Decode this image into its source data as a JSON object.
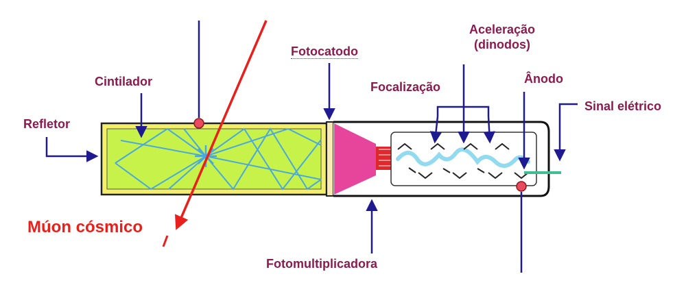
{
  "labels": {
    "refletor": "Refletor",
    "cintilador": "Cintilador",
    "fotocatodo": "Fotocatodo",
    "focalizacao": "Focalização",
    "aceleracao_line1": "Aceleração",
    "aceleracao_line2": "(dinodos)",
    "anodo": "Ânodo",
    "sinal_eletrico": "Sinal elétrico",
    "muon_cosmico": "Múon cósmico",
    "fotomultiplicadora": "Fotomultiplicadora"
  },
  "colors": {
    "label_text": "#8b1a4e",
    "muon": "#e8201b",
    "arrow": "#1f1a8f",
    "scintillator_fill": "#c6f24a",
    "reflector_fill": "#f4ef6a",
    "photocathode_fill": "#f8e9b5",
    "focusing_cone": "#e6459b",
    "dynode_block": "#e0282c",
    "light_paths": "#4aa9dc",
    "signal_wire": "#3fbf8f"
  }
}
